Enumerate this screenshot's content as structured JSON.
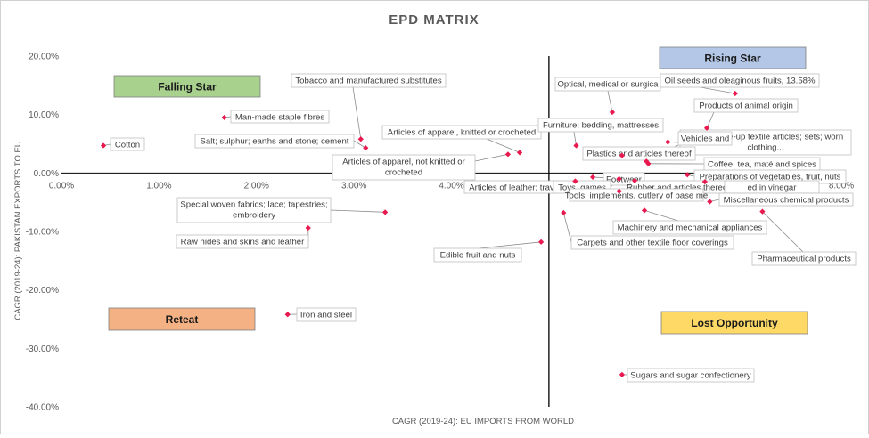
{
  "chart_data": {
    "type": "scatter",
    "title": "EPD MATRIX",
    "xlabel": "CAGR (2019-24): EU IMPORTS FROM WORLD",
    "ylabel": "CAGR (2019-24): PAKISTAN EXPORTS TO EU",
    "xlim": [
      0,
      0.08
    ],
    "ylim": [
      -0.4,
      0.2
    ],
    "x_ticks": [
      {
        "value": 0.0,
        "label": "0.00%"
      },
      {
        "value": 0.01,
        "label": "1.00%"
      },
      {
        "value": 0.02,
        "label": "2.00%"
      },
      {
        "value": 0.03,
        "label": "3.00%"
      },
      {
        "value": 0.04,
        "label": "4.00%"
      },
      {
        "value": 0.05,
        "label": "5.00%"
      },
      {
        "value": 0.06,
        "label": "6.00%"
      },
      {
        "value": 0.07,
        "label": "7.00%"
      },
      {
        "value": 0.08,
        "label": "8.00%"
      }
    ],
    "y_ticks": [
      {
        "value": 0.2,
        "label": "20.00%"
      },
      {
        "value": 0.1,
        "label": "10.00%"
      },
      {
        "value": 0.0,
        "label": "0.00%"
      },
      {
        "value": -0.1,
        "label": "-10.00%"
      },
      {
        "value": -0.2,
        "label": "-20.00%"
      },
      {
        "value": -0.3,
        "label": "-30.00%"
      },
      {
        "value": -0.4,
        "label": "-40.00%"
      }
    ],
    "quadrant_divider_x": 0.05,
    "grid": false,
    "marker_color": "#e8194f",
    "quadrants": [
      {
        "label": "Falling Star",
        "color": "#a9d18e"
      },
      {
        "label": "Rising Star",
        "color": "#b4c7e7"
      },
      {
        "label": "Reteat",
        "color": "#f4b183"
      },
      {
        "label": "Lost Opportunity",
        "color": "#ffd966"
      }
    ],
    "points": [
      {
        "label": "Cotton",
        "x": 0.0043,
        "y": 0.047
      },
      {
        "label": "Man-made staple fibres",
        "x": 0.0167,
        "y": 0.095
      },
      {
        "label": "Tobacco and manufactured substitutes",
        "x": 0.0307,
        "y": 0.058
      },
      {
        "label": "Salt; sulphur; earths and stone; cement",
        "x": 0.0312,
        "y": 0.043
      },
      {
        "label": "Articles of apparel, knitted or crocheted",
        "x": 0.047,
        "y": 0.035
      },
      {
        "label": "Articles of apparel, not knitted or crocheted",
        "x": 0.0458,
        "y": 0.032
      },
      {
        "label": "Special woven fabrics; lace; tapestries; embroidery",
        "x": 0.0332,
        "y": -0.067
      },
      {
        "label": "Raw hides and skins and leather",
        "x": 0.0253,
        "y": -0.094
      },
      {
        "label": "Iron and steel",
        "x": 0.0232,
        "y": -0.242
      },
      {
        "label": "Edible fruit and nuts",
        "x": 0.0492,
        "y": -0.118
      },
      {
        "label": "Articles of leather; travel goods",
        "x": 0.0527,
        "y": -0.014
      },
      {
        "label": "Optical, medical or surgical instruments",
        "x": 0.0565,
        "y": 0.104
      },
      {
        "label": "Oil seeds and oleaginous fruits, 13.58%",
        "x": 0.0691,
        "y": 0.136
      },
      {
        "label": "Products of animal origin",
        "x": 0.0662,
        "y": 0.077
      },
      {
        "label": "Furniture; bedding, mattresses",
        "x": 0.0528,
        "y": 0.047
      },
      {
        "label": "Other made-up textile articles; sets; worn clothing...",
        "x": 0.0622,
        "y": 0.053
      },
      {
        "label": "Plastics and articles thereof",
        "x": 0.0575,
        "y": 0.03
      },
      {
        "label": "Vehicles and parts",
        "x": 0.06,
        "y": 0.02
      },
      {
        "label": "Coffee, tea, maté and spices",
        "x": 0.0602,
        "y": 0.016
      },
      {
        "label": "Footwear",
        "x": 0.0545,
        "y": -0.007
      },
      {
        "label": "Preparations of vegetables, fruit, nuts",
        "x": 0.0642,
        "y": -0.003
      },
      {
        "label": "Toys, games",
        "x": 0.0572,
        "y": -0.01
      },
      {
        "label": "Rubber and articles thereof",
        "x": 0.0588,
        "y": -0.013
      },
      {
        "label": "Vinegar",
        "x": 0.066,
        "y": -0.015
      },
      {
        "label": "Tools, implements, cutlery of base metal",
        "x": 0.0572,
        "y": -0.031
      },
      {
        "label": "Miscellaneous chemical products",
        "x": 0.0665,
        "y": -0.049
      },
      {
        "label": "Machinery and mechanical appliances",
        "x": 0.0598,
        "y": -0.064
      },
      {
        "label": "Carpets and other textile floor coverings",
        "x": 0.0515,
        "y": -0.068
      },
      {
        "label": "Pharmaceutical products",
        "x": 0.0719,
        "y": -0.066
      },
      {
        "label": "Sugars and sugar confectionery",
        "x": 0.0575,
        "y": -0.345
      }
    ]
  }
}
